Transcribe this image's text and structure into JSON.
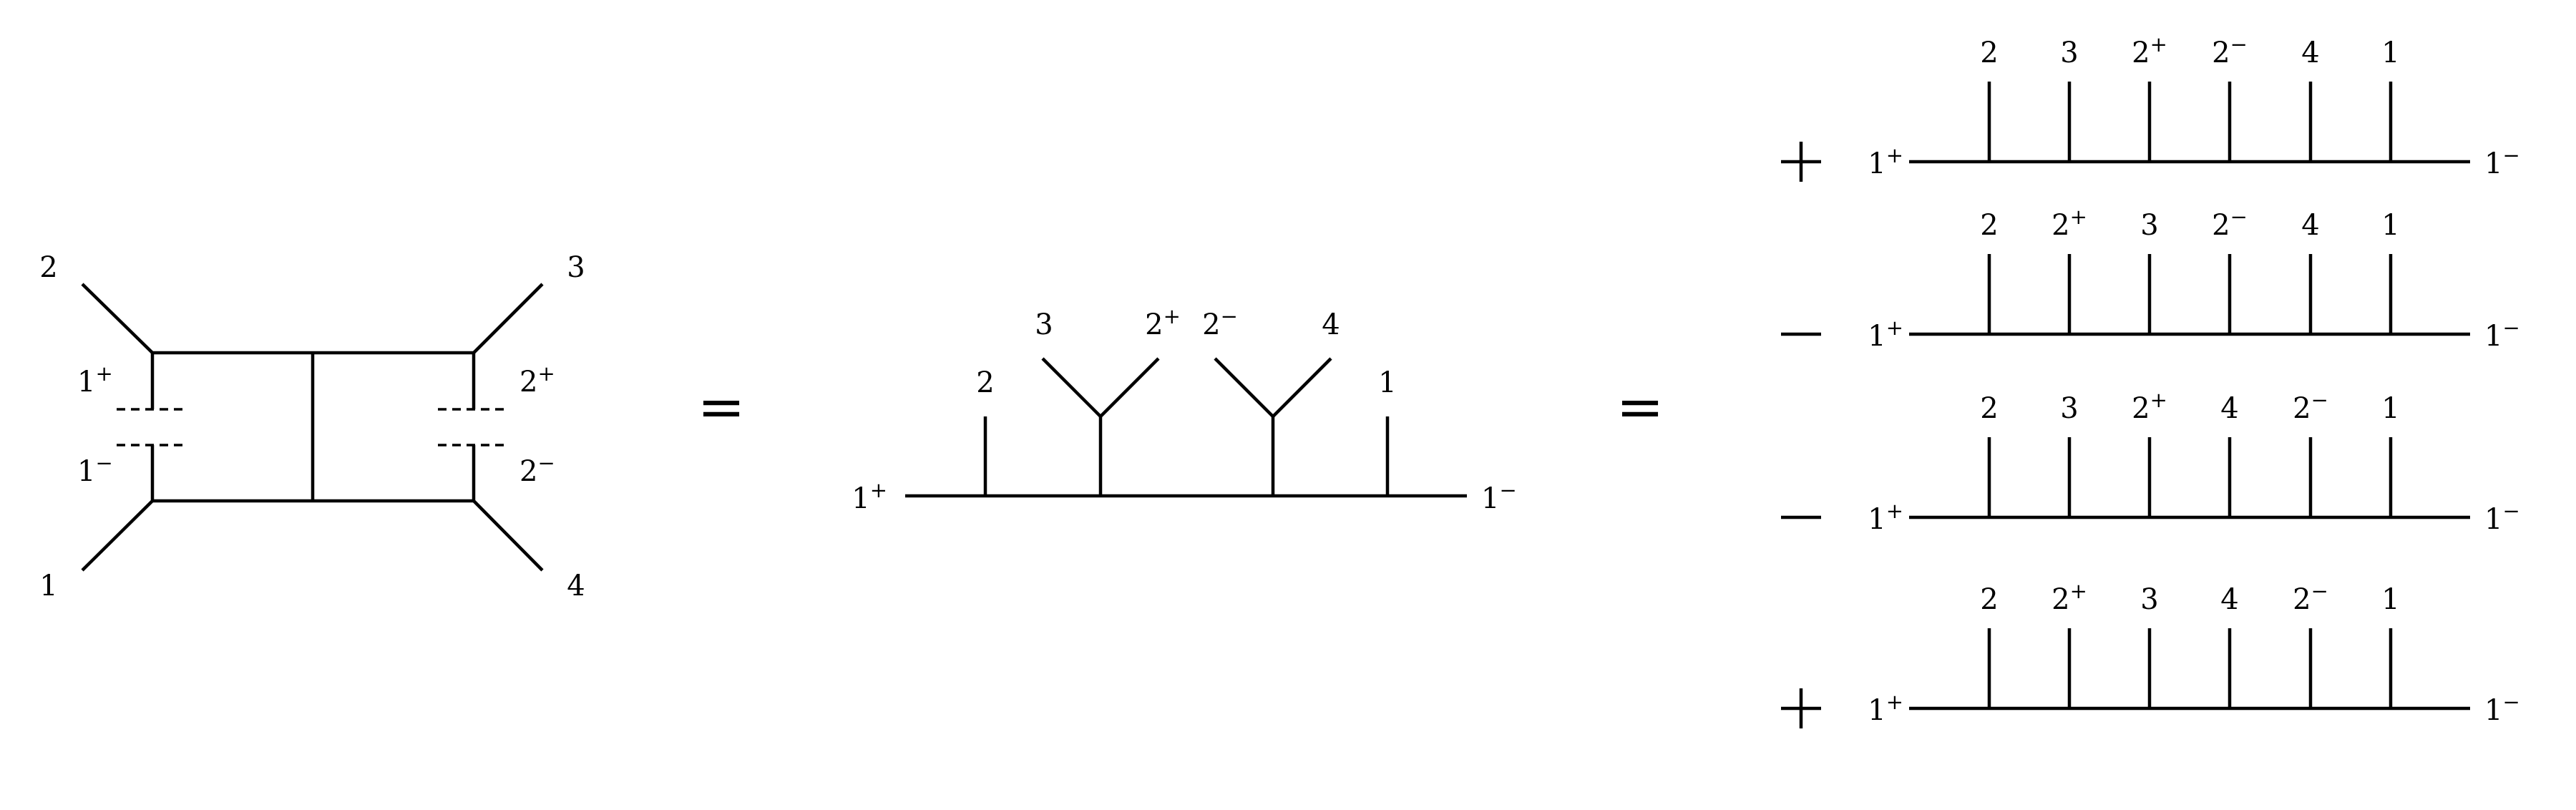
{
  "colors": {
    "line": "#000000",
    "background": "#ffffff"
  },
  "left_diagram": {
    "external_legs": [
      "2",
      "3",
      "1",
      "4"
    ],
    "cut_labels": {
      "left_top": {
        "base": "1",
        "sign": "+"
      },
      "left_bottom": {
        "base": "1",
        "sign": "−"
      },
      "right_top": {
        "base": "2",
        "sign": "+"
      },
      "right_bottom": {
        "base": "2",
        "sign": "−"
      }
    }
  },
  "equals_signs": [
    "=",
    "="
  ],
  "middle_diagram": {
    "end_left": {
      "base": "1",
      "sign": "+"
    },
    "end_right": {
      "base": "1",
      "sign": "−"
    },
    "leg_2": "2",
    "pair_1": [
      {
        "base": "3",
        "sign": ""
      },
      {
        "base": "2",
        "sign": "+"
      }
    ],
    "pair_2": [
      {
        "base": "2",
        "sign": "−"
      },
      {
        "base": "4",
        "sign": ""
      }
    ],
    "leg_1": "1"
  },
  "right_terms": [
    {
      "sign": "+",
      "end_left": {
        "base": "1",
        "sign": "+"
      },
      "end_right": {
        "base": "1",
        "sign": "−"
      },
      "legs": [
        {
          "base": "2",
          "sign": ""
        },
        {
          "base": "3",
          "sign": ""
        },
        {
          "base": "2",
          "sign": "+"
        },
        {
          "base": "2",
          "sign": "−"
        },
        {
          "base": "4",
          "sign": ""
        },
        {
          "base": "1",
          "sign": ""
        }
      ]
    },
    {
      "sign": "−",
      "end_left": {
        "base": "1",
        "sign": "+"
      },
      "end_right": {
        "base": "1",
        "sign": "−"
      },
      "legs": [
        {
          "base": "2",
          "sign": ""
        },
        {
          "base": "2",
          "sign": "+"
        },
        {
          "base": "3",
          "sign": ""
        },
        {
          "base": "2",
          "sign": "−"
        },
        {
          "base": "4",
          "sign": ""
        },
        {
          "base": "1",
          "sign": ""
        }
      ]
    },
    {
      "sign": "−",
      "end_left": {
        "base": "1",
        "sign": "+"
      },
      "end_right": {
        "base": "1",
        "sign": "−"
      },
      "legs": [
        {
          "base": "2",
          "sign": ""
        },
        {
          "base": "3",
          "sign": ""
        },
        {
          "base": "2",
          "sign": "+"
        },
        {
          "base": "4",
          "sign": ""
        },
        {
          "base": "2",
          "sign": "−"
        },
        {
          "base": "1",
          "sign": ""
        }
      ]
    },
    {
      "sign": "+",
      "end_left": {
        "base": "1",
        "sign": "+"
      },
      "end_right": {
        "base": "1",
        "sign": "−"
      },
      "legs": [
        {
          "base": "2",
          "sign": ""
        },
        {
          "base": "2",
          "sign": "+"
        },
        {
          "base": "3",
          "sign": ""
        },
        {
          "base": "4",
          "sign": ""
        },
        {
          "base": "2",
          "sign": "−"
        },
        {
          "base": "1",
          "sign": ""
        }
      ]
    }
  ]
}
